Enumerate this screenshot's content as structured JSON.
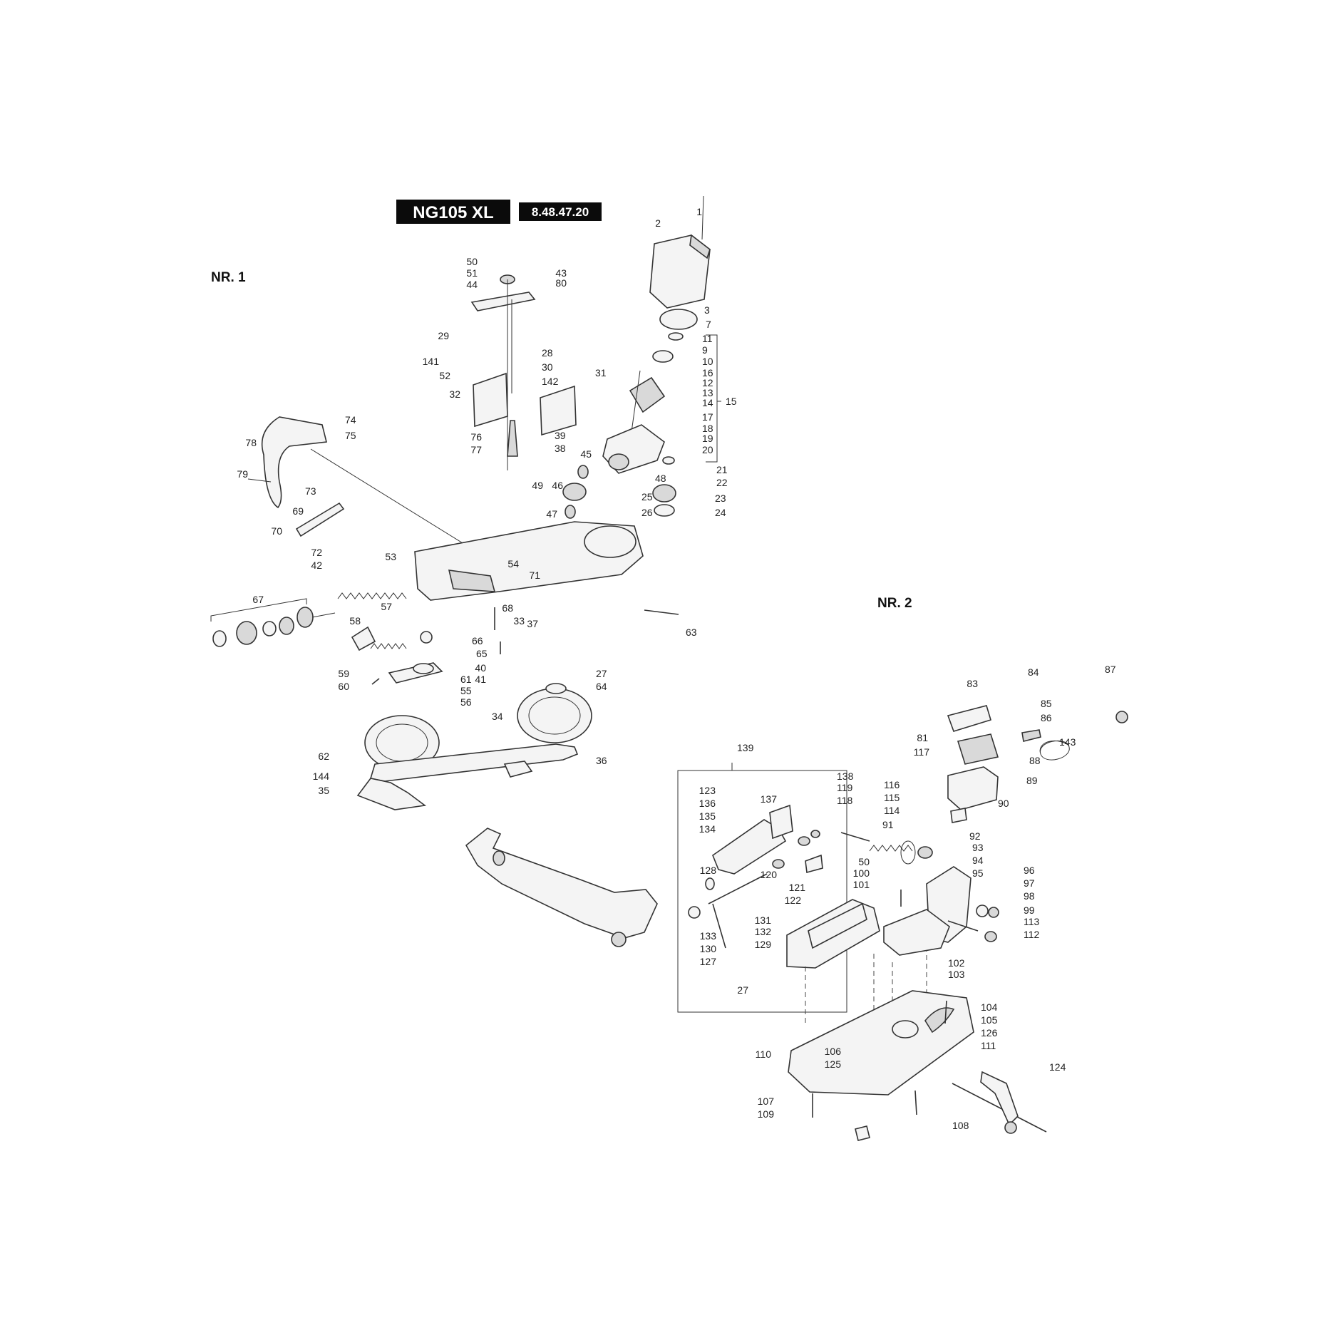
{
  "header": {
    "model": "NG105 XL",
    "code": "8.48.47.20"
  },
  "sections": {
    "nr1": "NR. 1",
    "nr2": "NR. 2"
  },
  "part_numbers": {
    "nr1": [
      "1",
      "2",
      "3",
      "7",
      "11",
      "9",
      "10",
      "16",
      "12",
      "13",
      "14",
      "15",
      "17",
      "18",
      "19",
      "20",
      "21",
      "22",
      "23",
      "24",
      "25",
      "26",
      "48",
      "45",
      "46",
      "47",
      "49",
      "50",
      "51",
      "44",
      "43",
      "80",
      "29",
      "28",
      "30",
      "142",
      "141",
      "52",
      "31",
      "32",
      "39",
      "38",
      "76",
      "77",
      "74",
      "75",
      "78",
      "79",
      "73",
      "69",
      "70",
      "72",
      "42",
      "53",
      "54",
      "71",
      "68",
      "67",
      "57",
      "58",
      "66",
      "65",
      "59",
      "60",
      "61",
      "55",
      "56",
      "40",
      "41",
      "37",
      "33",
      "34",
      "27",
      "64",
      "63",
      "62",
      "144",
      "35",
      "36"
    ],
    "nr2": [
      "83",
      "84",
      "85",
      "86",
      "87",
      "81",
      "117",
      "88",
      "143",
      "89",
      "90",
      "139",
      "138",
      "119",
      "118",
      "123",
      "137",
      "136",
      "135",
      "134",
      "120",
      "121",
      "122",
      "128",
      "131",
      "132",
      "129",
      "133",
      "130",
      "127",
      "27",
      "116",
      "115",
      "114",
      "91",
      "92",
      "93",
      "94",
      "95",
      "96",
      "97",
      "98",
      "99",
      "113",
      "112",
      "50",
      "100",
      "101",
      "102",
      "103",
      "104",
      "105",
      "126",
      "111",
      "110",
      "106",
      "125",
      "124",
      "107",
      "109",
      "108"
    ]
  }
}
